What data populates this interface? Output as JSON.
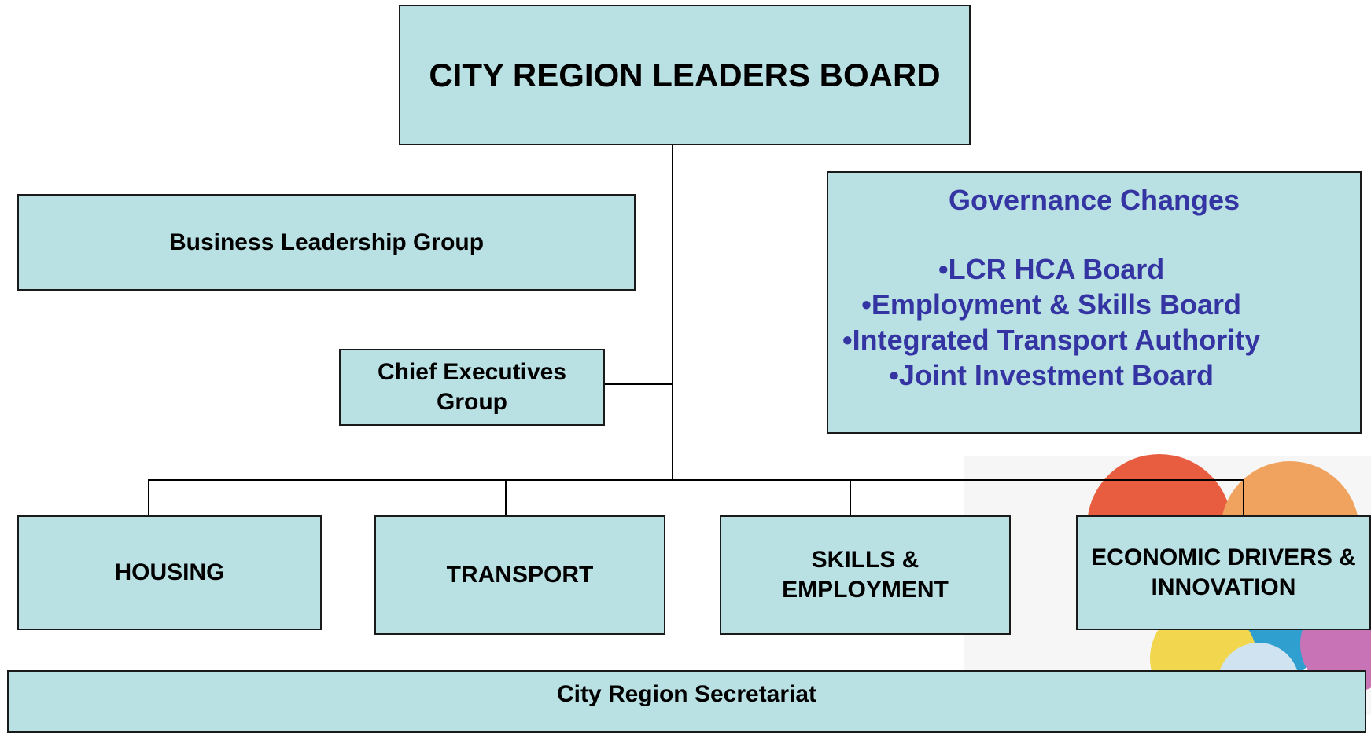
{
  "top_board": "CITY REGION LEADERS BOARD",
  "business_group": "Business Leadership Group",
  "chief_executives": "Chief Executives Group",
  "governance": {
    "title": "Governance Changes",
    "items": [
      "LCR HCA Board",
      "Employment & Skills Board",
      "Integrated Transport Authority",
      "Joint Investment Board"
    ]
  },
  "themes": [
    "HOUSING",
    "TRANSPORT",
    "SKILLS & EMPLOYMENT",
    "ECONOMIC DRIVERS & INNOVATION"
  ],
  "secretariat": "City Region Secretariat",
  "colors": {
    "box_fill": "#b9e0e3",
    "governance_text": "#3434a3"
  }
}
